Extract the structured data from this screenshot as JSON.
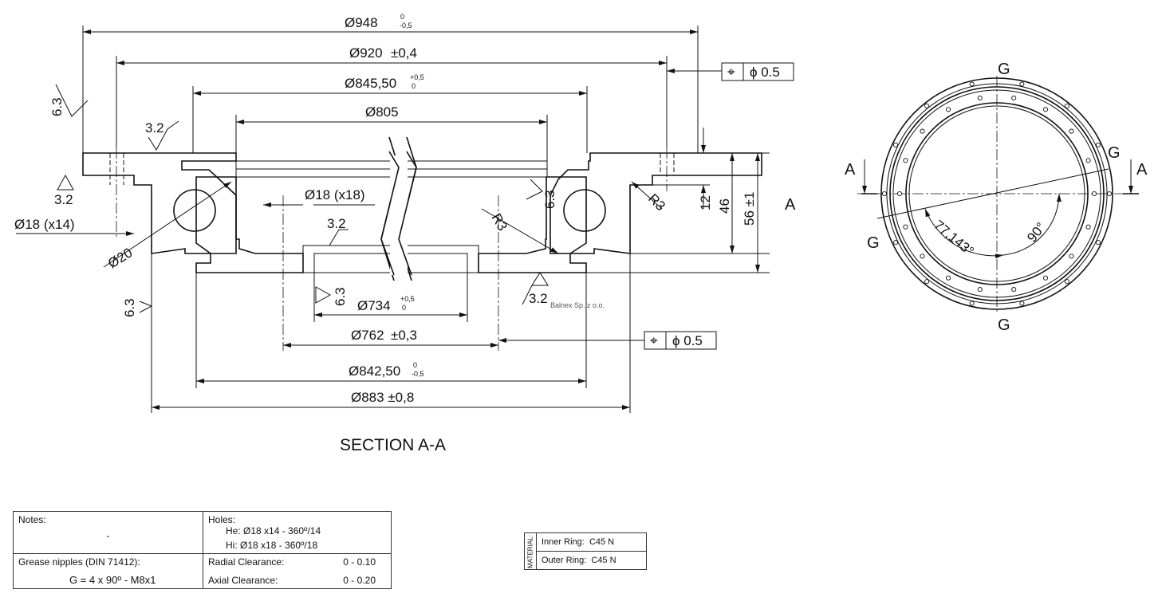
{
  "section_view": {
    "caption": "SECTION A-A",
    "company": "Balnex Sp. z o.o.",
    "dims": {
      "d948": "Ø948",
      "d948_tol_upper": "0",
      "d948_tol_lower": "-0,5",
      "d920": "Ø920",
      "d920_tol": "±0,4",
      "d845": "Ø845,50",
      "d845_tol_upper": "+0,5",
      "d845_tol_lower": "0",
      "d805": "Ø805",
      "d18_x18": "Ø18 (x18)",
      "d18_x14": "Ø18 (x14)",
      "d20": "Ø20",
      "d734": "Ø734",
      "d734_tol_upper": "+0,5",
      "d734_tol_lower": "0",
      "d762": "Ø762",
      "d762_tol": "±0,3",
      "d842": "Ø842,50",
      "d842_tol_upper": "0",
      "d842_tol_lower": "-0,5",
      "d883": "Ø883 ±0,8",
      "h12": "12",
      "h46": "46",
      "h56": "56 ±1",
      "r3_left": "R3",
      "r3_right": "R3"
    },
    "roughness": {
      "r1": "6.3",
      "r2": "3.2",
      "r3": "3.2",
      "r4": "6.3",
      "r5": "3.2",
      "r6": "6.3",
      "r7": "6.3",
      "r8": "3.2"
    },
    "position_tolerance": {
      "symbol": "⌖",
      "value_top": "ϕ 0.5",
      "value_bottom": "ϕ 0.5"
    },
    "view_marker": "A"
  },
  "plan_view": {
    "g_top": "G",
    "g_right": "G",
    "g_left": "G",
    "g_bottom": "G",
    "a_left": "A",
    "a_right": "A",
    "angle1": "77,143°",
    "angle2": "90°"
  },
  "notes_table": {
    "notes_label": "Notes:",
    "notes_value": "-",
    "holes_label": "Holes:",
    "he": "He: Ø18 x14 - 360º/14",
    "hi": "Hi: Ø18 x18  - 360º/18",
    "grease_label": "Grease nipples (DIN 71412):",
    "grease_value": "G = 4 x 90º  - M8x1",
    "radial_label": "Radial Clearance:",
    "radial_value": "0 - 0.10",
    "axial_label": "Axial Clearance:",
    "axial_value": "0 - 0.20"
  },
  "material_table": {
    "header": "MATERIAL:",
    "inner_label": "Inner Ring:",
    "inner_value": "C45 N",
    "outer_label": "Outer Ring:",
    "outer_value": "C45 N"
  }
}
